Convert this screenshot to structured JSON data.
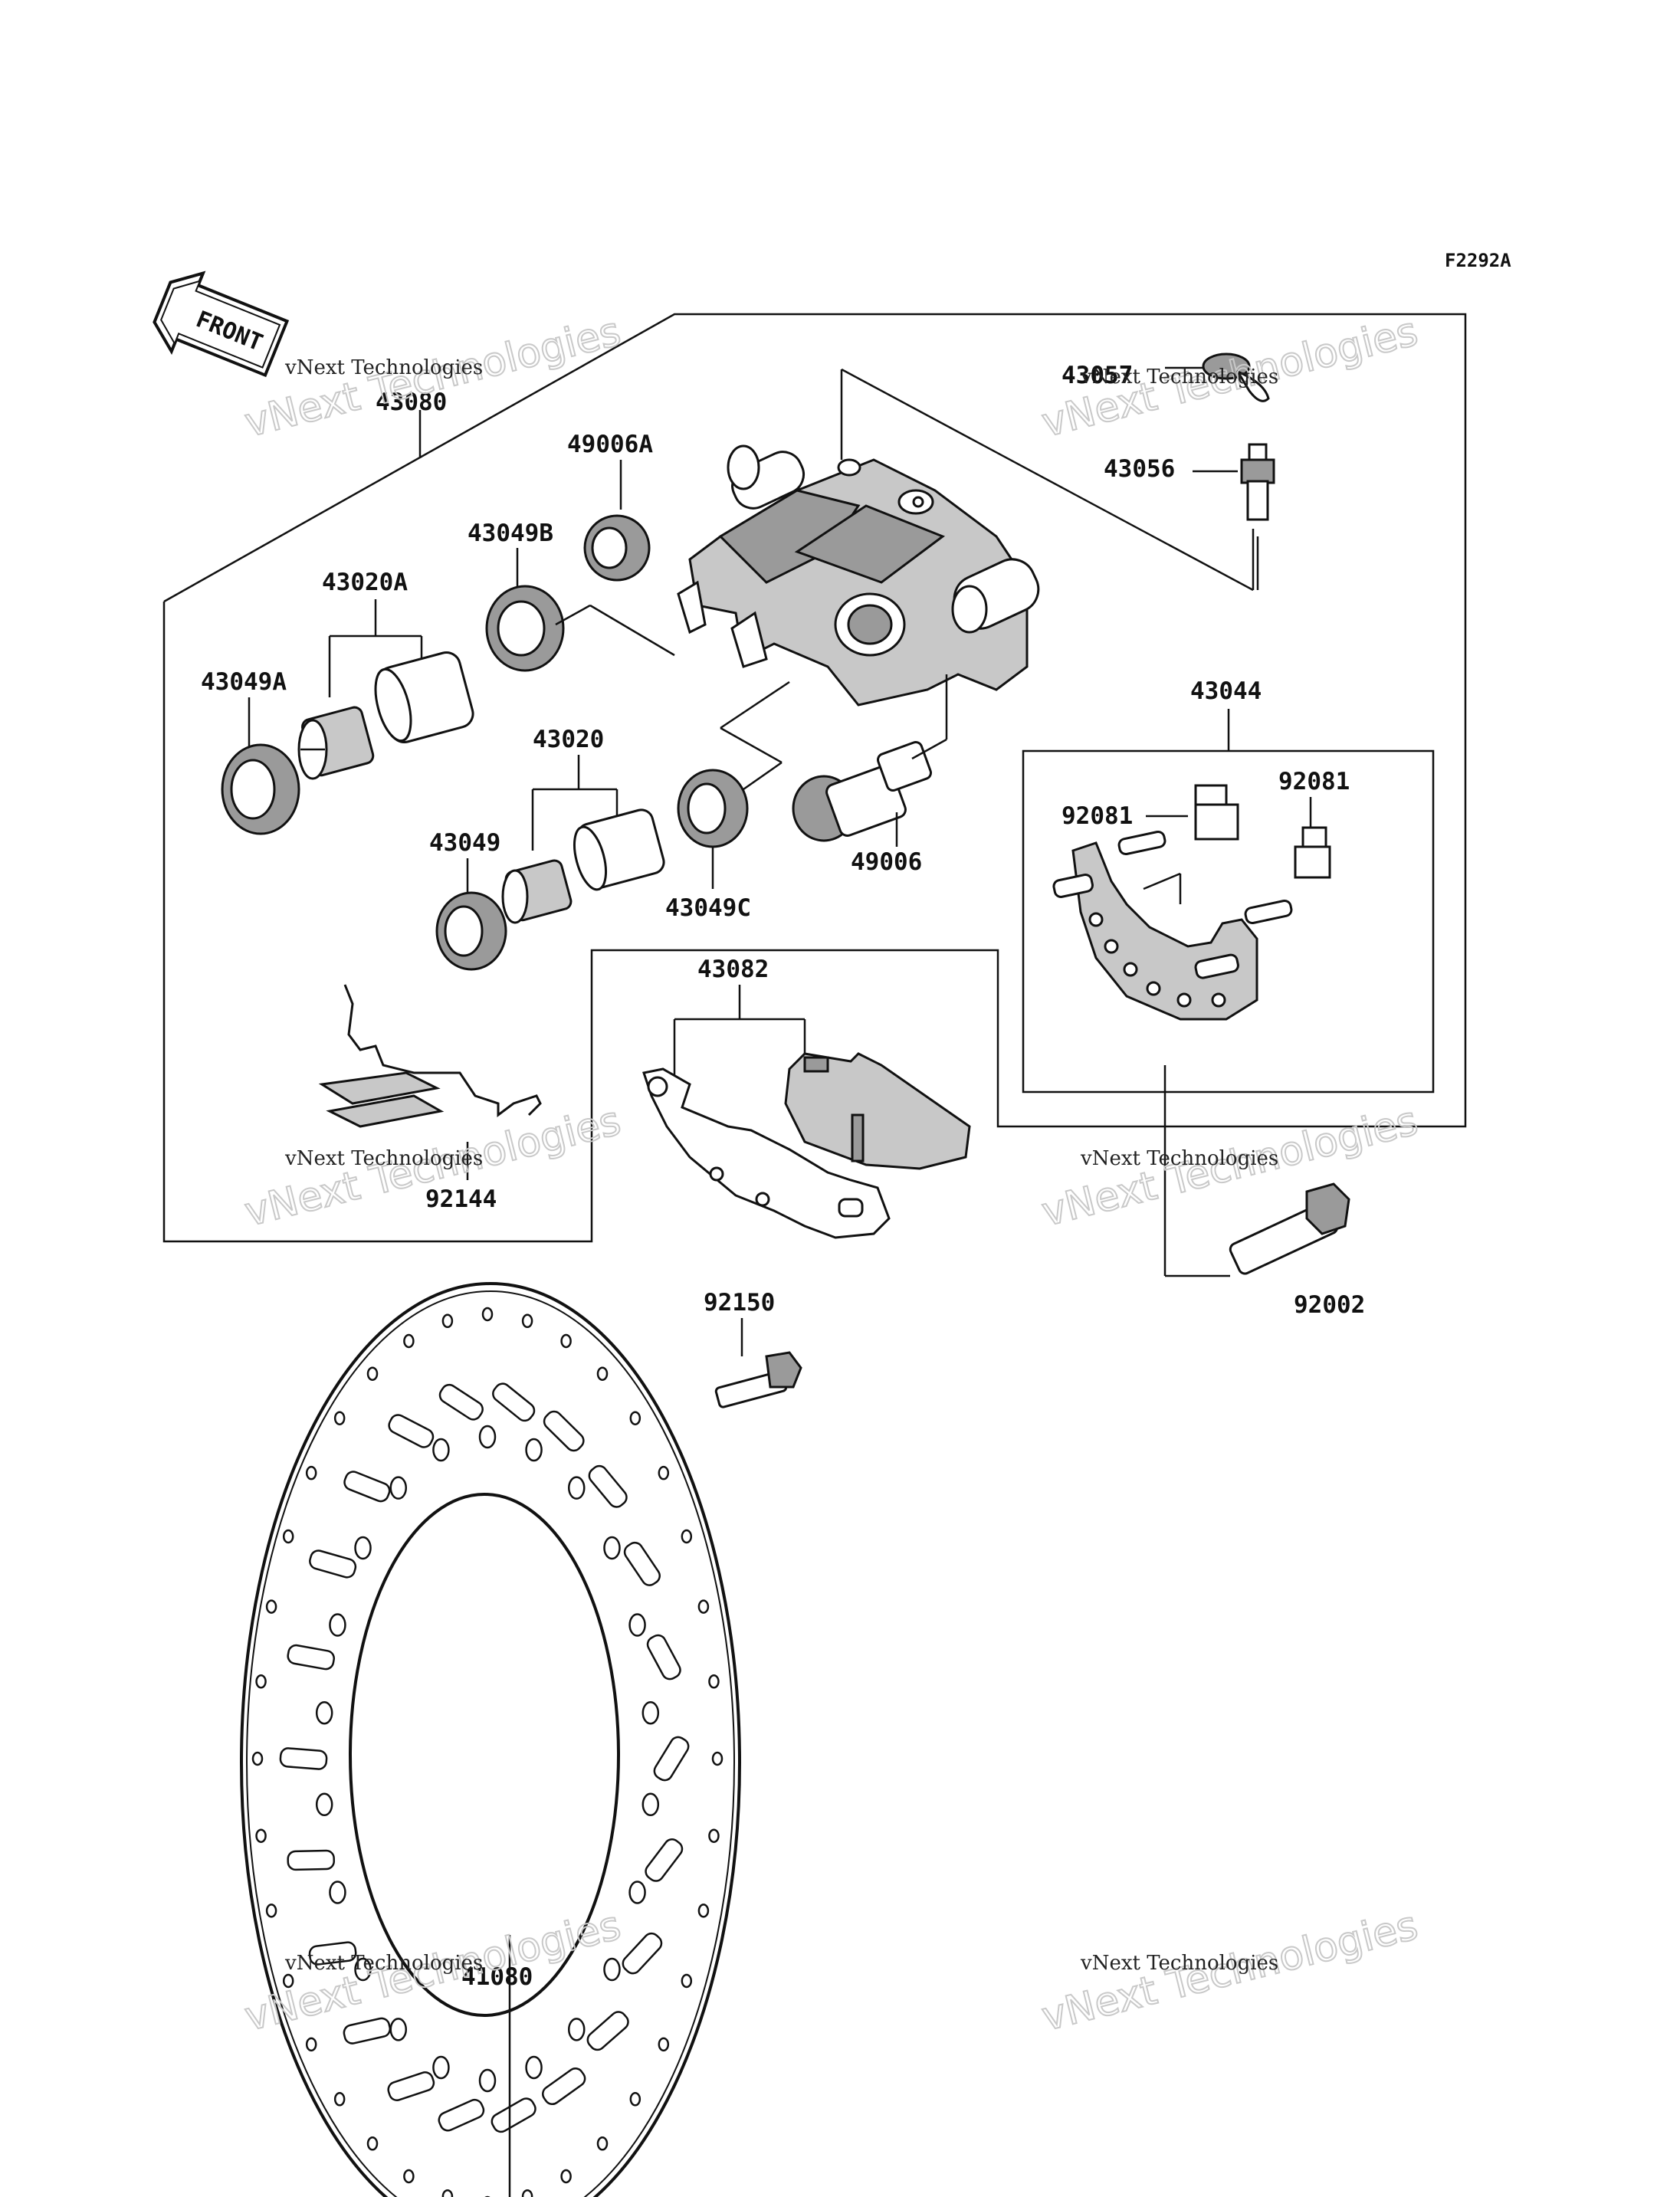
{
  "figure_code": "F2292A",
  "front_marker": "FRONT",
  "parts": {
    "caliper_assy": "43080",
    "bleeder_cap": "43057",
    "bleeder_valve": "43056",
    "boot_a_upper": "49006A",
    "seal_b": "43049B",
    "piston_a": "43020A",
    "seal_a": "43049A",
    "piston": "43020",
    "seal": "43049",
    "seal_c": "43049C",
    "boot": "49006",
    "bracket": "43044",
    "shim_1": "92081",
    "shim_2": "92081",
    "pad_spring": "92144",
    "pad_set": "43082",
    "bolt": "92002",
    "disc_bolt": "92150",
    "disc": "41080"
  },
  "watermarks": [
    {
      "line1": "vNext Technologies",
      "line2": "vNext Technologies"
    },
    {
      "line1": "vNext Technologies",
      "line2": "vNext Technologies"
    },
    {
      "line1": "vNext Technologies",
      "line2": "vNext Technologies"
    },
    {
      "line1": "vNext Technologies",
      "line2": "vNext Technologies"
    },
    {
      "line1": "vNext Technologies",
      "line2": "vNext Technologies"
    },
    {
      "line1": "vNext Technologies",
      "line2": "vNext Technologies"
    }
  ],
  "colors": {
    "ink": "#111111",
    "shade": "#9a9a9a",
    "watermark": "#c9c9c9"
  }
}
